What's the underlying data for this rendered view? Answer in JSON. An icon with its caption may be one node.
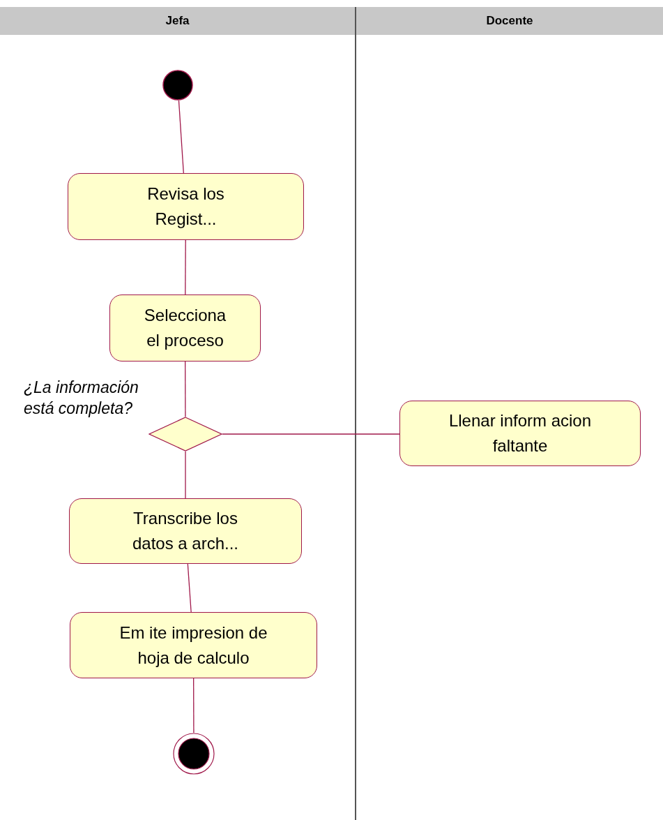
{
  "diagram": {
    "nodes": [
      {
        "text": [
          "Jefa"
        ]
      },
      {
        "text": [
          "Docente"
        ]
      },
      {
        "text": [],
        "shape": "circle",
        "in": 0
      },
      {
        "text": [
          "Revisa los Regist..."
        ],
        "in": 0
      },
      {
        "text": [
          "Selecciona el proceso"
        ],
        "in": 0
      },
      {
        "text": [],
        "shape": "diamond",
        "in": 0,
        "beside": [
          "¿La información está completa?"
        ]
      },
      {
        "text": [
          "Llenar inform acion faltante"
        ],
        "in": 1
      },
      {
        "text": [
          "Transcribe los datos a arch..."
        ],
        "in": 0
      },
      {
        "text": [
          "Em ite impresion de hoja de calculo"
        ],
        "in": 0
      },
      {
        "text": [],
        "shape": "final-circle",
        "in": 0
      }
    ],
    "edges": [
      {
        "from": 2,
        "to": 3,
        "arrow": "none"
      },
      {
        "from": 3,
        "to": 4,
        "arrow": "none"
      },
      {
        "from": 4,
        "to": 5,
        "arrow": "none"
      },
      {
        "from": 5,
        "to": 6,
        "arrow": "none"
      },
      {
        "from": 5,
        "to": 7,
        "arrow": "none"
      },
      {
        "from": 7,
        "to": 8,
        "arrow": "none"
      },
      {
        "from": 8,
        "to": 9,
        "arrow": "none"
      }
    ]
  }
}
